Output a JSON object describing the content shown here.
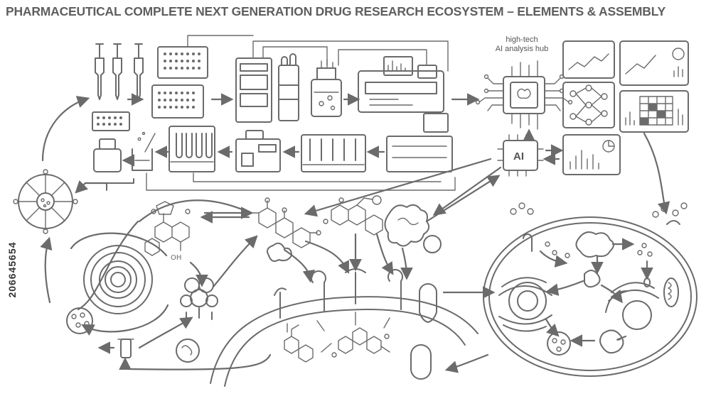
{
  "header": {
    "title": "PHARMACEUTICAL COMPLETE NEXT GENERATION DRUG RESEARCH ECOSYSTEM – ELEMENTS & ASSEMBLY"
  },
  "labels": {
    "ai_hub": "high-tech\nAI analysis hub",
    "ai_chip": "AI"
  },
  "watermark": {
    "stock_id": "206645654"
  },
  "colors": {
    "line": "#6b6b6b",
    "title": "#5f5f5f",
    "background": "#ffffff"
  }
}
